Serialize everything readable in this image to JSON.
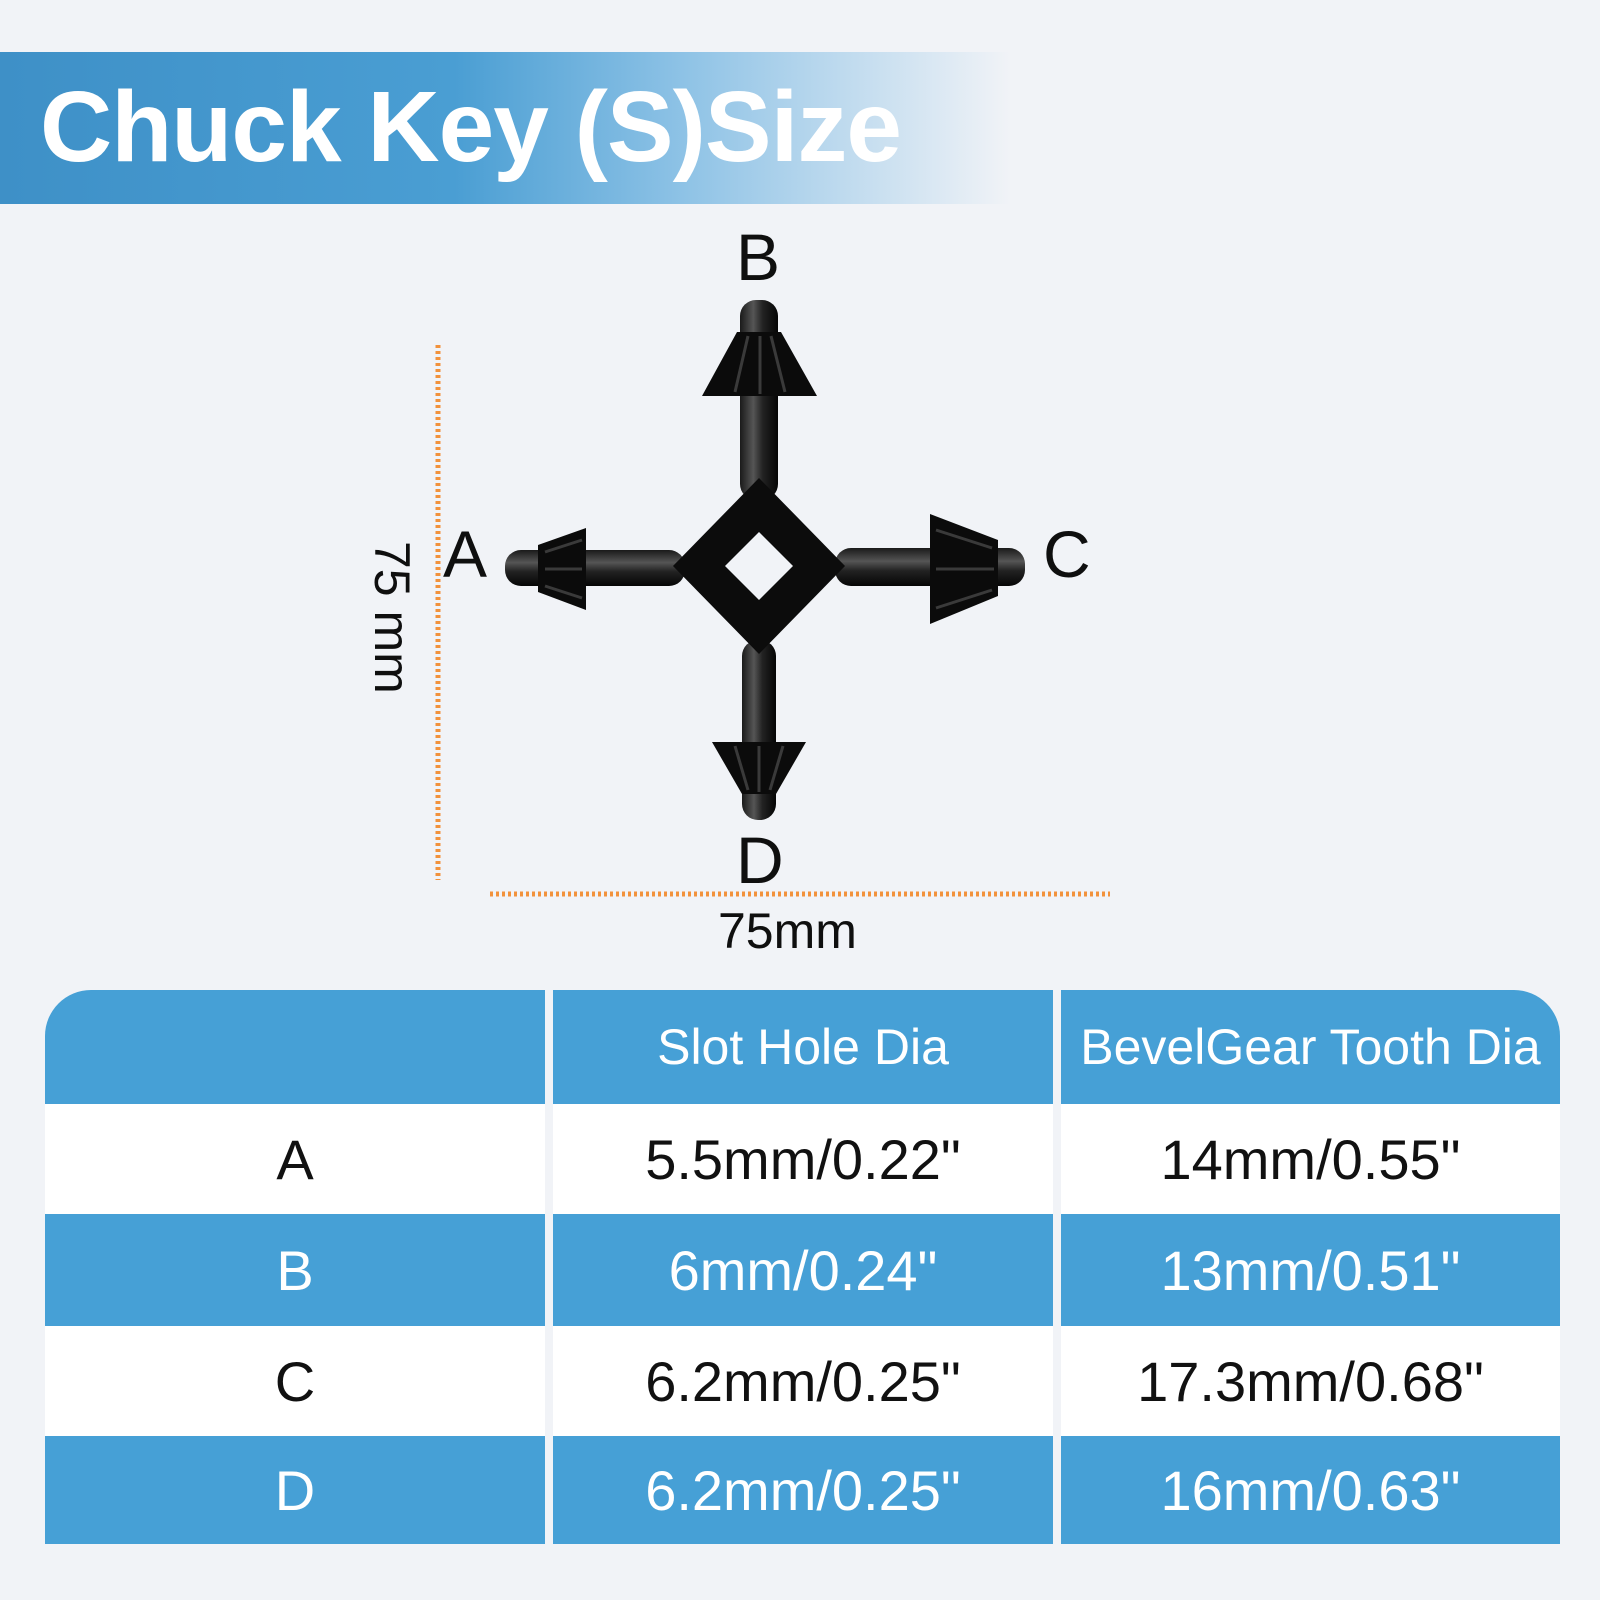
{
  "title": "Chuck Key (S)Size",
  "diagram": {
    "labels": {
      "a": "A",
      "b": "B",
      "c": "C",
      "d": "D"
    },
    "height_label": "75 mm",
    "width_label": "75mm",
    "colors": {
      "key": "#0c0c0c",
      "dimension_line": "#f2923c"
    }
  },
  "table": {
    "columns": [
      "",
      "Slot Hole Dia",
      "BevelGear Tooth Dia"
    ],
    "rows": [
      {
        "label": "A",
        "slot": "5.5mm/0.22\"",
        "tooth": "14mm/0.55\""
      },
      {
        "label": "B",
        "slot": "6mm/0.24\"",
        "tooth": "13mm/0.51\""
      },
      {
        "label": "C",
        "slot": "6.2mm/0.25\"",
        "tooth": "17.3mm/0.68\""
      },
      {
        "label": "D",
        "slot": "6.2mm/0.25\"",
        "tooth": "16mm/0.63\""
      }
    ],
    "colors": {
      "header": "#46a0d6",
      "stripe": "#ffffff"
    }
  }
}
